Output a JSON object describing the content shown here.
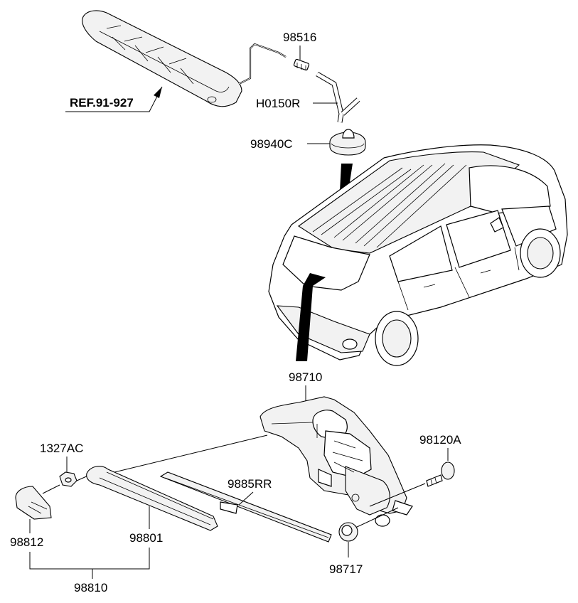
{
  "labels": {
    "ref": "REF.91-927",
    "p98516": "98516",
    "h0150r": "H0150R",
    "p98940c": "98940C",
    "p98710": "98710",
    "p98120a": "98120A",
    "p1327ac": "1327AC",
    "p9885rr": "9885RR",
    "p98812": "98812",
    "p98801": "98801",
    "p98717": "98717",
    "p98810": "98810"
  }
}
